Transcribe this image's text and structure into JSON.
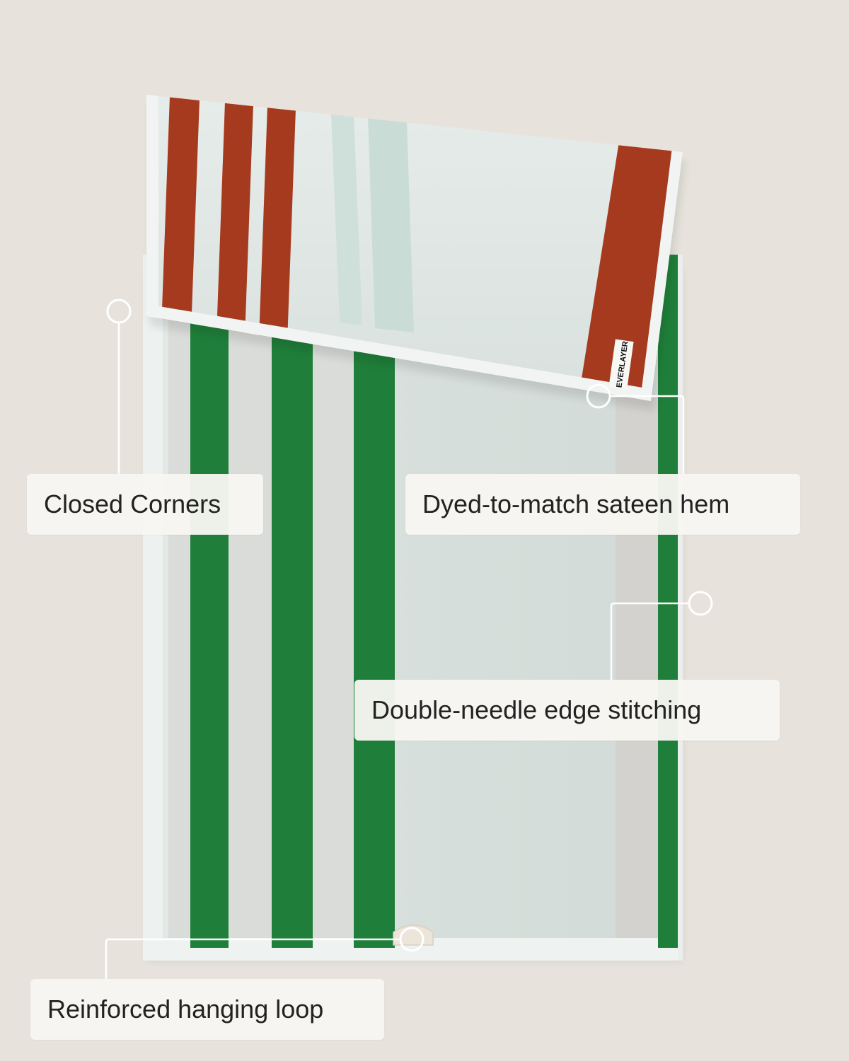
{
  "colors": {
    "background": "#e7e3dc",
    "towel_base": "#d9e1de",
    "rust_stripe": "#a63a1e",
    "green_stripe": "#1f7f3a",
    "callout_bg": "#f7f6f1",
    "callout_text": "#222222",
    "leader_line": "#ffffff"
  },
  "towel": {
    "brand_label": "EVERLAYER"
  },
  "callouts": {
    "closed_corners": "Closed Corners",
    "sateen_hem": "Dyed-to-match sateen hem",
    "edge_stitching": "Double-needle edge stitching",
    "hanging_loop": "Reinforced hanging loop"
  }
}
